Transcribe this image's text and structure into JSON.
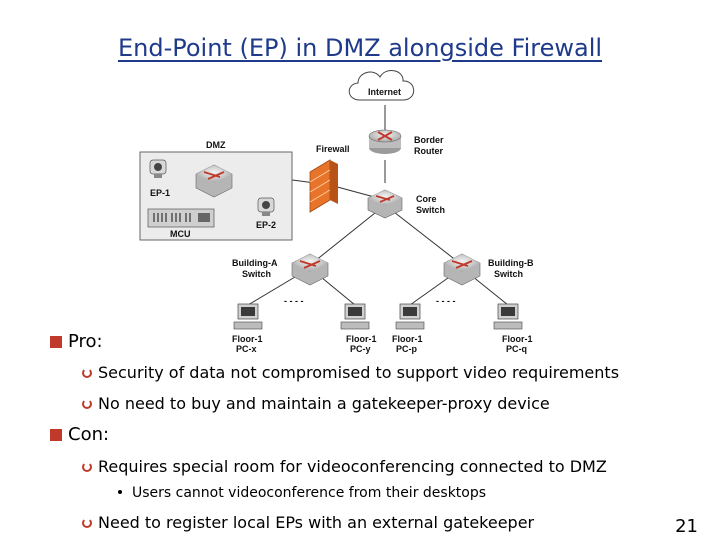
{
  "title": "End-Point (EP) in DMZ alongside Firewall",
  "diagram": {
    "internet": "Internet",
    "dmz": "DMZ",
    "firewall": "Firewall",
    "border_router_line1": "Border",
    "border_router_line2": "Router",
    "core_switch_line1": "Core",
    "core_switch_line2": "Switch",
    "ep1": "EP-1",
    "ep2": "EP-2",
    "mcu": "MCU",
    "building_a_line1": "Building-A",
    "building_a_line2": "Switch",
    "building_b_line1": "Building-B",
    "building_b_line2": "Switch",
    "pc_x_line1": "Floor-1",
    "pc_x_line2": "PC-x",
    "pc_y_line1": "Floor-1",
    "pc_y_line2": "PC-y",
    "pc_p_line1": "Floor-1",
    "pc_p_line2": "PC-p",
    "pc_q_line1": "Floor-1",
    "pc_q_line2": "PC-q",
    "ellipsis_a": "- - - -",
    "ellipsis_b": "- - - -"
  },
  "bullets": {
    "pro": "Pro:",
    "pro_1": "Security of data not compromised to support video requirements",
    "pro_2": "No need to buy and maintain a gatekeeper-proxy device",
    "con": "Con:",
    "con_1": "Requires special room for videoconferencing connected to DMZ",
    "con_1_sub": "Users cannot videoconference from their desktops",
    "con_2": "Need to register local EPs with an external gatekeeper"
  },
  "page_number": "21",
  "colors": {
    "title": "#1f3a8a",
    "bullet": "#c0392b",
    "switch": "#c0392b",
    "firewall": "#e8742a"
  }
}
